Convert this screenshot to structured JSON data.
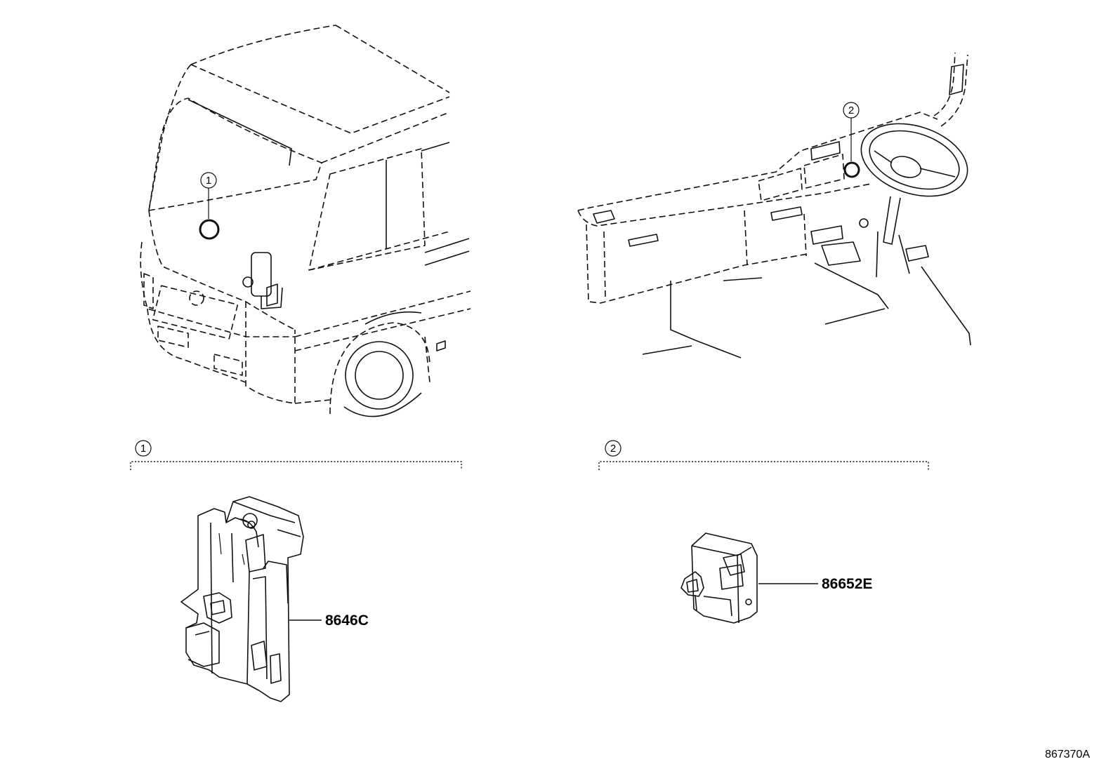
{
  "callouts": {
    "one": "1",
    "two": "2"
  },
  "parts": {
    "part1": "8646C",
    "part2": "86652E"
  },
  "reference": "867370A"
}
